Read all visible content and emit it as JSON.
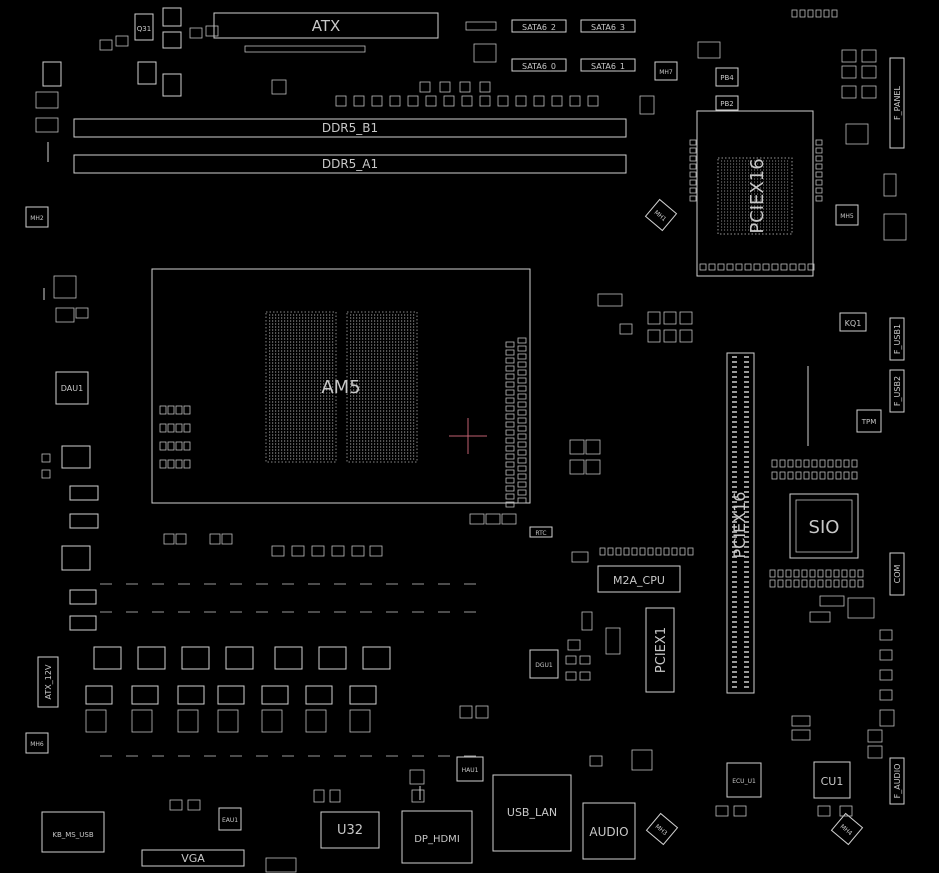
{
  "board": {
    "background": "#000000",
    "line_color": "#cfcfcf",
    "marker_color": "#c06070",
    "labels": {
      "atx": "ATX",
      "sata2": "SATA6_2",
      "sata3": "SATA6_3",
      "sata0": "SATA6_0",
      "sata1": "SATA6_1",
      "ddr_b1": "DDR5_B1",
      "ddr_a1": "DDR5_A1",
      "am5": "AM5",
      "pcie_top": "PCIEX16",
      "pciex16": "PCIEX16",
      "sio": "SIO",
      "m2a_cpu": "M2A_CPU",
      "pciex1": "PCIEX1",
      "atx_12v": "ATX_12V",
      "usb_lan": "USB_LAN",
      "audio": "AUDIO",
      "dp_hdmi": "DP_HDMI",
      "u32": "U32",
      "vga": "VGA",
      "kb_ms_usb": "KB_MS_USB",
      "cu1": "CU1",
      "f_panel": "F_PANEL",
      "f_usb1": "F_USB1",
      "f_usb2": "F_USB2",
      "f_audio": "F_AUDIO",
      "kq1": "KQ1",
      "tpm": "TPM",
      "com": "COM",
      "dau1": "DAU1",
      "eau1": "EAU1",
      "dgu1": "DGU1",
      "hau1": "HAU1",
      "ecu_u1": "ECU_U1",
      "mh1": "MH1",
      "mh2": "MH2",
      "mh3": "MH3",
      "mh4": "MH4",
      "mh5": "MH5",
      "mh6": "MH6",
      "mh7": "MH7",
      "rtc": "RTC",
      "q31": "Q31",
      "pb4": "PB4",
      "pb2": "PB2"
    }
  }
}
